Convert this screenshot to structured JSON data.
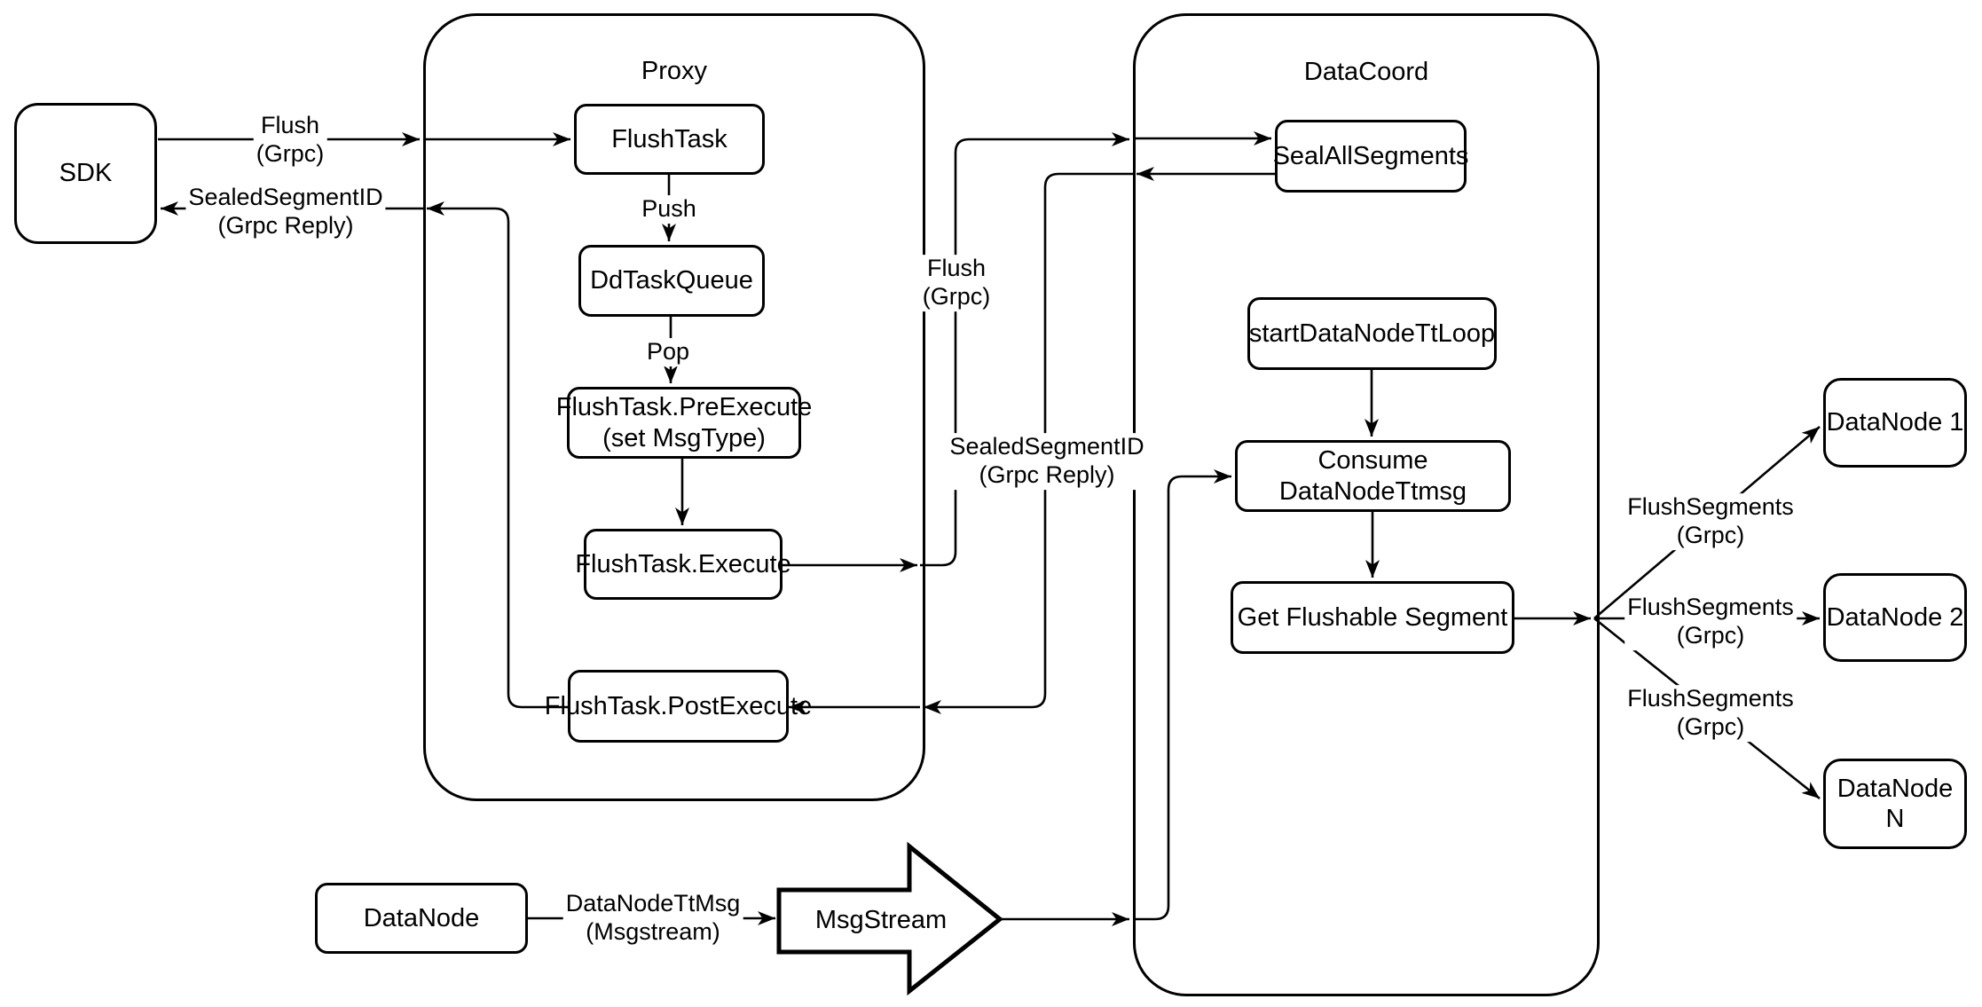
{
  "colors": {
    "stroke": "#000000",
    "background": "#ffffff"
  },
  "containers": {
    "proxy": {
      "title": "Proxy"
    },
    "datacoord": {
      "title": "DataCoord"
    }
  },
  "nodes": {
    "sdk": {
      "label": "SDK"
    },
    "flush_task": {
      "label": "FlushTask"
    },
    "dd_task_queue": {
      "label": "DdTaskQueue"
    },
    "pre_execute": {
      "line1": "FlushTask.PreExecute",
      "line2": "(set MsgType)"
    },
    "execute": {
      "label": "FlushTask.Execute"
    },
    "post_execute": {
      "label": "FlushTask.PostExecute"
    },
    "seal_all_segments": {
      "label": "SealAllSegments"
    },
    "start_datanode_tt_loop": {
      "label": "startDataNodeTtLoop"
    },
    "consume_datanode_ttmsg": {
      "label": "Consume DataNodeTtmsg"
    },
    "get_flushable_segment": {
      "label": "Get Flushable Segment"
    },
    "datanode_1": {
      "label": "DataNode 1"
    },
    "datanode_2": {
      "label": "DataNode 2"
    },
    "datanode_n": {
      "label": "DataNode N"
    },
    "datanode": {
      "label": "DataNode"
    },
    "msgstream": {
      "label": "MsgStream"
    }
  },
  "edge_labels": {
    "flush_grpc_sdk": {
      "line1": "Flush",
      "line2": "(Grpc)"
    },
    "sealed_segment_id_sdk": {
      "line1": "SealedSegmentID",
      "line2": "(Grpc Reply)"
    },
    "push": {
      "line1": "Push"
    },
    "pop": {
      "line1": "Pop"
    },
    "flush_grpc_mid": {
      "line1": "Flush",
      "line2": "(Grpc)"
    },
    "sealed_segment_id_mid": {
      "line1": "SealedSegmentID",
      "line2": "(Grpc Reply)"
    },
    "flush_segments_1": {
      "line1": "FlushSegments",
      "line2": "(Grpc)"
    },
    "flush_segments_2": {
      "line1": "FlushSegments",
      "line2": "(Grpc)"
    },
    "flush_segments_3": {
      "line1": "FlushSegments",
      "line2": "(Grpc)"
    },
    "datanode_tt_msg": {
      "line1": "DataNodeTtMsg",
      "line2": "(Msgstream)"
    }
  }
}
